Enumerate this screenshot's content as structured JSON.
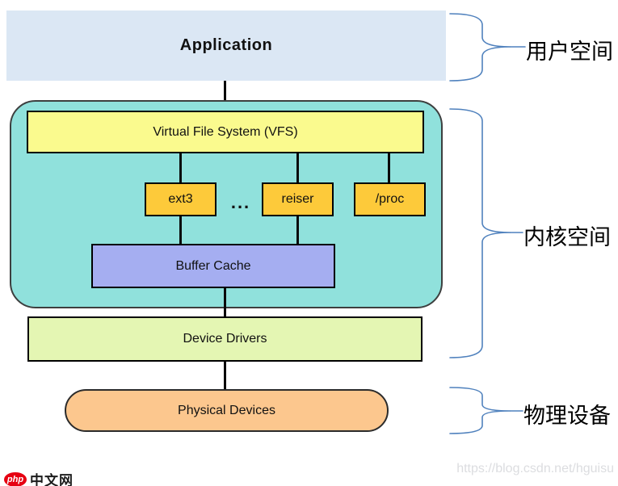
{
  "diagram": {
    "application": "Application",
    "vfs": "Virtual File System (VFS)",
    "filesystems": [
      {
        "label": "ext3"
      },
      {
        "label": "reiser"
      },
      {
        "label": "/proc"
      }
    ],
    "ellipsis": "...",
    "buffer_cache": "Buffer Cache",
    "device_drivers": "Device Drivers",
    "physical_devices": "Physical Devices",
    "annotations": {
      "user_space": "用户空间",
      "kernel_space": "内核空间",
      "physical_devices": "物理设备"
    },
    "colors": {
      "application_fill": "#dbe7f4",
      "kernel_container_fill": "#90e1dc",
      "vfs_fill": "#fafa8e",
      "filesystem_fill": "#fdca3a",
      "buffer_cache_fill": "#a5aef1",
      "device_drivers_fill": "#e4f6b3",
      "physical_devices_fill": "#fcc78e",
      "brace_stroke": "#4f81bd",
      "connector_stroke": "#0a0a0a"
    }
  },
  "footer": {
    "logo_badge": "php",
    "logo_text": "中文网",
    "watermark": "https://blog.csdn.net/hguisu"
  }
}
